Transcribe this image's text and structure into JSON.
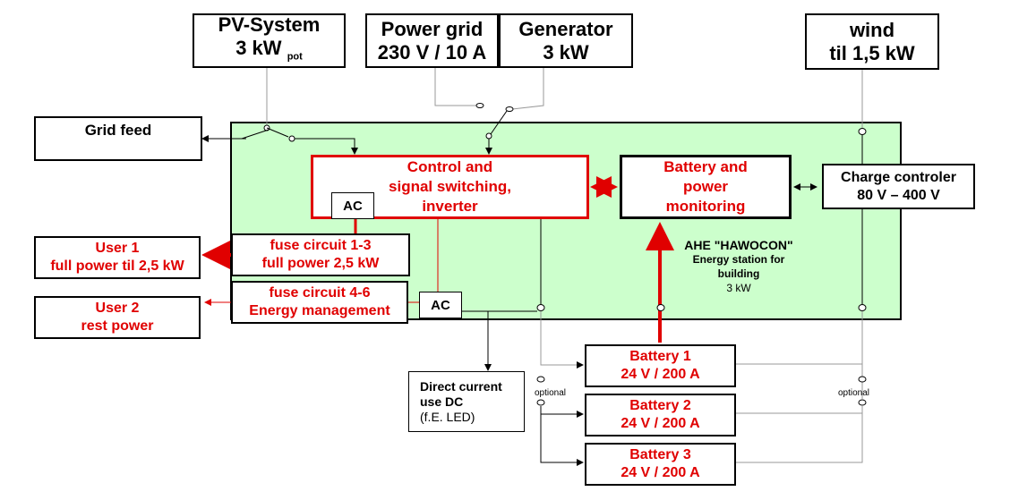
{
  "sources": {
    "pv": {
      "line1": "PV-System",
      "line2": "3 kW",
      "sub": "pot"
    },
    "grid": {
      "line1": "Power grid",
      "line2": "230 V / 10 A"
    },
    "generator": {
      "line1": "Generator",
      "line2": "3 kW"
    },
    "wind": {
      "line1": "wind",
      "line2": "til 1,5 kW"
    }
  },
  "grid_feed": "Grid feed",
  "control": {
    "line1": "Control and",
    "line2": "signal switching,",
    "line3": "inverter"
  },
  "ac_top": "AC",
  "ac_bottom": "AC",
  "battery_monitoring": {
    "line1": "Battery and",
    "line2": "power",
    "line3": "monitoring"
  },
  "charge_controller": {
    "line1": "Charge controler",
    "line2": "80 V – 400 V"
  },
  "fuse1": {
    "line1": "fuse circuit 1-3",
    "line2": "full power 2,5 kW"
  },
  "fuse2": {
    "line1": "fuse circuit 4-6",
    "line2": "Energy management"
  },
  "user1": {
    "line1": "User 1",
    "line2": "full power til 2,5 kW"
  },
  "user2": {
    "line1": "User 2",
    "line2": "rest power"
  },
  "station": {
    "title": "AHE \"HAWOCON\"",
    "line2": "Energy station for",
    "line3": "building",
    "line4": "3 kW"
  },
  "dc_use": {
    "line1": "Direct current",
    "line2": "use DC",
    "line3": "(f.E. LED)"
  },
  "batteries": [
    {
      "name": "Battery 1",
      "spec": "24 V / 200 A"
    },
    {
      "name": "Battery 2",
      "spec": "24 V / 200 A"
    },
    {
      "name": "Battery 3",
      "spec": "24 V / 200 A"
    }
  ],
  "optional_left": "optional",
  "optional_right": "optional",
  "colors": {
    "panel": "#ccffcc",
    "accent": "#e00000",
    "line": "#000000",
    "thin": "#999999"
  }
}
